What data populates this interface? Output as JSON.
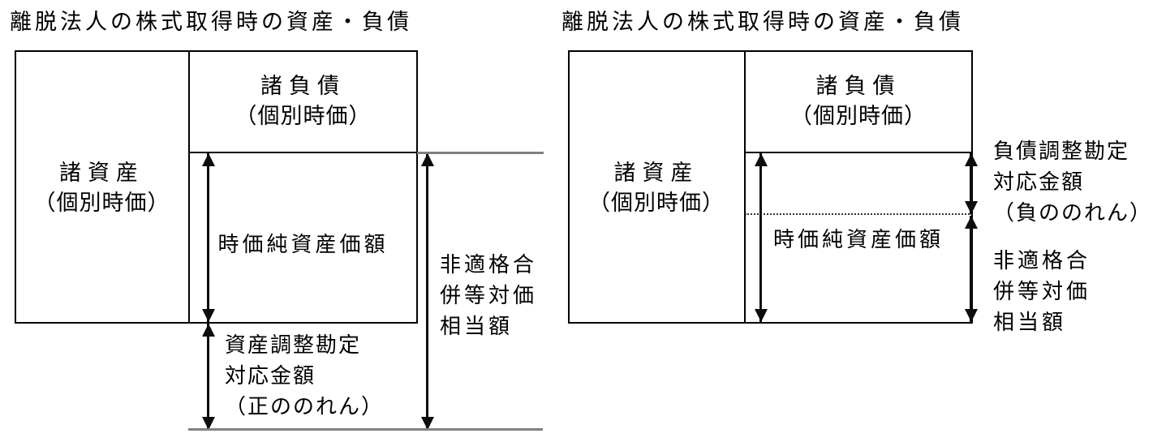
{
  "left_diagram": {
    "title": "離脱法人の株式取得時の資産・負債",
    "assets_box": {
      "line1": "諸資産",
      "line2": "（個別時価）"
    },
    "liabilities_box": {
      "line1": "諸負債",
      "line2": "（個別時価）"
    },
    "net_assets_label": "時価純資産価額",
    "asset_adjustment_label": {
      "line1": "資産調整勘定",
      "line2": "対応金額",
      "line3": "（正ののれん）"
    },
    "consideration_label": {
      "line1": "非適格合",
      "line2": "併等対価",
      "line3": "相当額"
    }
  },
  "right_diagram": {
    "title": "離脱法人の株式取得時の資産・負債",
    "assets_box": {
      "line1": "諸資産",
      "line2": "（個別時価）"
    },
    "liabilities_box": {
      "line1": "諸負債",
      "line2": "（個別時価）"
    },
    "net_assets_label": "時価純資産価額",
    "liability_adjustment_label": {
      "line1": "負債調整勘定",
      "line2": "対応金額",
      "line3": "（負ののれん）"
    },
    "consideration_label": {
      "line1": "非適格合",
      "line2": "併等対価",
      "line3": "相当額"
    }
  },
  "colors": {
    "line": "#000000",
    "gray_line": "#808080",
    "background": "#ffffff"
  }
}
